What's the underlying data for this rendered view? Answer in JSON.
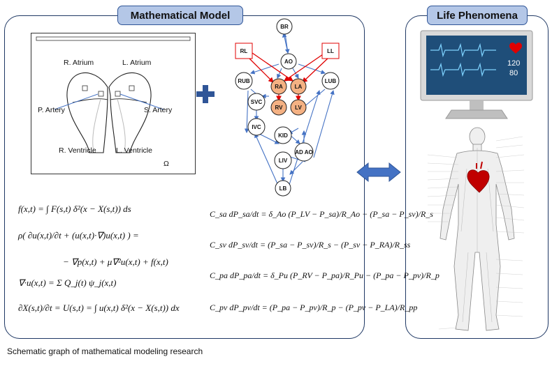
{
  "title_left": "Mathematical Model",
  "title_right": "Life Phenomena",
  "caption": "Schematic graph of mathematical modeling research",
  "heart": {
    "r_atrium": "R. Atrium",
    "l_atrium": "L. Atrium",
    "p_artery": "P. Artery",
    "s_artery": "S. Artery",
    "r_ventricle": "R. Ventricle",
    "l_ventricle": "L. Ventricle",
    "omega": "Ω"
  },
  "network": {
    "nodes": [
      "BR",
      "RL",
      "LL",
      "AO",
      "RUB",
      "LUB",
      "RA",
      "LA",
      "SVC",
      "RV",
      "LV",
      "IVC",
      "KID",
      "AD AO",
      "LIV",
      "LB"
    ]
  },
  "monitor": {
    "hr": "120",
    "bp": "80"
  },
  "equations_left": [
    "f(x,t) = ∫ F(s,t) δ²(x − X(s,t)) ds",
    "ρ( ∂u(x,t)/∂t + (u(x,t)·∇)u(x,t) ) =",
    "− ∇p(x,t) + μ∇²u(x,t) + f(x,t)",
    "∇·u(x,t) = Σ Q_j(t) ψ_j(x,t)",
    "∂X(s,t)/∂t = U(s,t) = ∫ u(x,t) δ²(x − X(s,t)) dx"
  ],
  "equations_right": [
    "C_sa dP_sa/dt = δ_Ao (P_LV − P_sa)/R_Ao − (P_sa − P_sv)/R_s",
    "C_sv dP_sv/dt = (P_sa − P_sv)/R_s − (P_sv − P_RA)/R_ss",
    "C_pa dP_pa/dt = δ_Pu (P_RV − P_pa)/R_Pu − (P_pa − P_pv)/R_p",
    "C_pv dP_pv/dt = (P_pa − P_pv)/R_p − (P_pv − P_LA)/R_pp"
  ],
  "colors": {
    "accent": "#2f5597",
    "title_bg": "#b4c7e7",
    "chamber": "#f4b183",
    "red": "#e00000",
    "arrow": "#4472c4"
  }
}
